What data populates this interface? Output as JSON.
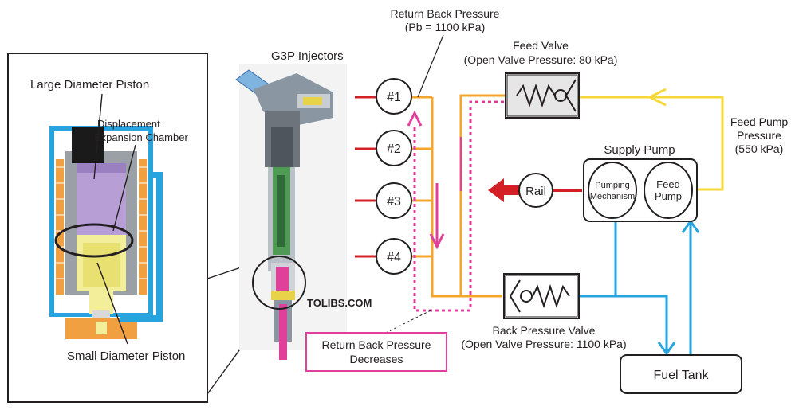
{
  "colors": {
    "high_pressure": "#d32027",
    "return_line": "#f4a52a",
    "feed_line": "#f7d83a",
    "fuel_tank_line": "#27a4dd",
    "return_decrease": "#e0409a",
    "outline": "#231f20"
  },
  "inset": {
    "large_piston": "Large Diameter Piston",
    "chamber_1": "Displacement",
    "chamber_2": "Expansion Chamber",
    "small_piston": "Small Diameter Piston"
  },
  "injectors": {
    "title": "G3P Injectors",
    "ids": [
      "#1",
      "#2",
      "#3",
      "#4"
    ]
  },
  "watermark": "TOLIBS.COM",
  "return_back_pressure": {
    "line1": "Return Back Pressure",
    "line2": "(Pb = 1100 kPa)"
  },
  "feed_valve": {
    "line1": "Feed Valve",
    "line2": "(Open Valve Pressure: 80 kPa)"
  },
  "feed_pump_pressure": {
    "line1": "Feed Pump",
    "line2": "Pressure",
    "line3": "(550 kPa)"
  },
  "supply_pump": {
    "title": "Supply Pump",
    "pumping_1": "Pumping",
    "pumping_2": "Mechanism",
    "feed_1": "Feed",
    "feed_2": "Pump"
  },
  "rail": "Rail",
  "back_pressure_valve": {
    "line1": "Back Pressure Valve",
    "line2": "(Open Valve Pressure: 1100 kPa)"
  },
  "return_decreases": {
    "line1": "Return Back Pressure",
    "line2": "Decreases"
  },
  "fuel_tank": "Fuel Tank"
}
